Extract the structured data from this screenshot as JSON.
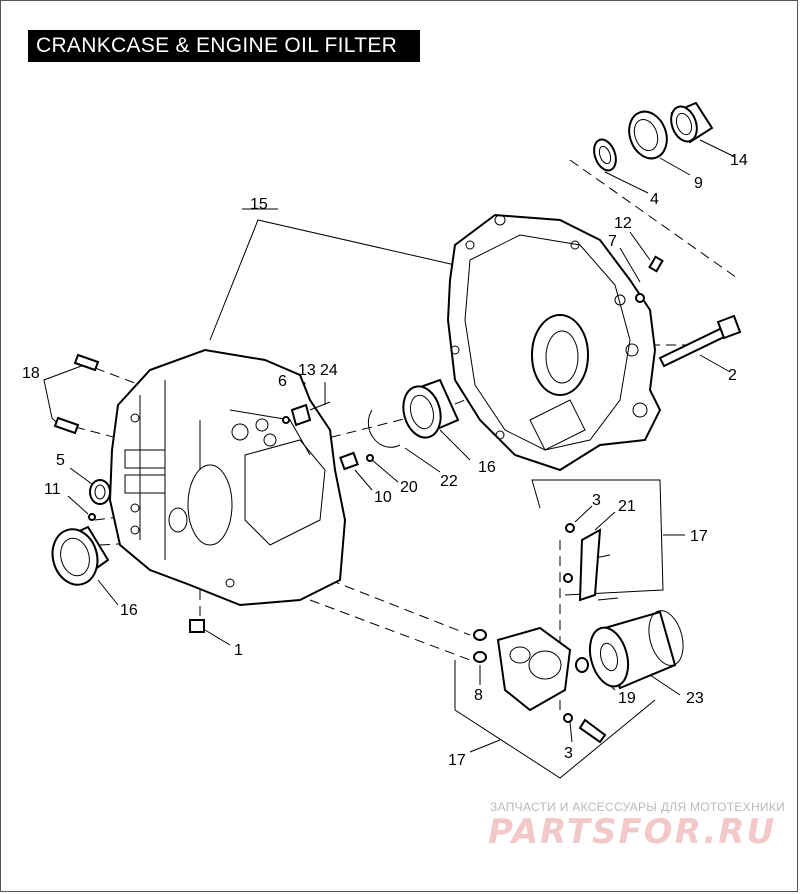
{
  "title": "CRANKCASE & ENGINE OIL FILTER",
  "callouts": {
    "c1": "1",
    "c2": "2",
    "c3a": "3",
    "c3b": "3",
    "c4": "4",
    "c5": "5",
    "c6": "6",
    "c7": "7",
    "c8": "8",
    "c9": "9",
    "c10": "10",
    "c11": "11",
    "c12": "12",
    "c13": "13",
    "c14": "14",
    "c15": "15",
    "c16a": "16",
    "c16b": "16",
    "c17a": "17",
    "c17b": "17",
    "c18": "18",
    "c19": "19",
    "c20": "20",
    "c21": "21",
    "c22": "22",
    "c23": "23",
    "c24": "24"
  },
  "watermark": {
    "tagline": "ЗАПЧАСТИ И АКСЕССУАРЫ ДЛЯ МОТОТЕХНИКИ",
    "logo": "PARTSFOR.RU"
  }
}
